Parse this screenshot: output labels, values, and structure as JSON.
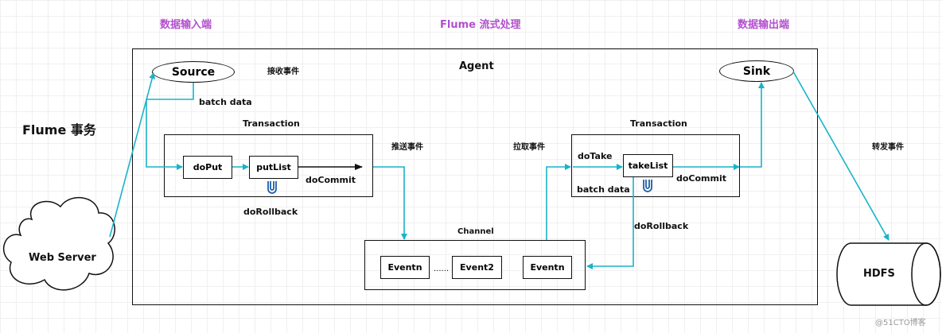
{
  "headers": {
    "input_end": "数据输入端",
    "flume_processing": "Flume 流式处理",
    "output_end": "数据输出端"
  },
  "title": "Flume 事务",
  "agent": {
    "label": "Agent",
    "source": "Source",
    "sink": "Sink",
    "receive_event": "接收事件",
    "batch_data_top": "batch data"
  },
  "put_transaction": {
    "label": "Transaction",
    "do_put": "doPut",
    "put_list": "putList",
    "do_commit": "doCommit",
    "do_rollback": "doRollback"
  },
  "push_event": "推送事件",
  "pull_event": "拉取事件",
  "take_transaction": {
    "label": "Transaction",
    "do_take": "doTake",
    "take_list": "takeList",
    "do_commit": "doCommit",
    "batch_data": "batch data",
    "do_rollback": "doRollback"
  },
  "channel": {
    "label": "Channel",
    "event_first": "Eventn",
    "dots": "......",
    "event_second": "Event2",
    "event_last": "Eventn"
  },
  "web_server": "Web Server",
  "forward_event": "转发事件",
  "hdfs": "HDFS",
  "watermark": "@51CTO博客",
  "colors": {
    "arrow": "#19b3c7",
    "header": "#b34fcf",
    "loop_icon": "#1f5fa8"
  }
}
